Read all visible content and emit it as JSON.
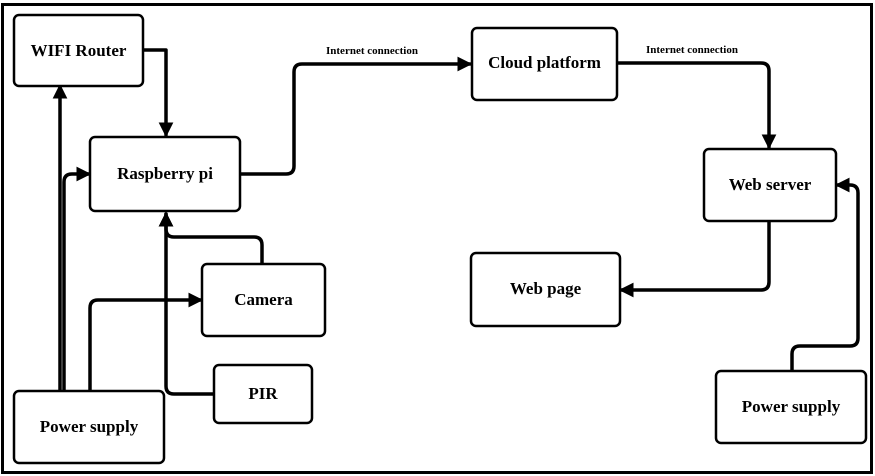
{
  "diagram": {
    "nodes": {
      "wifi_router": "WIFI Router",
      "raspberry_pi": "Raspberry pi",
      "camera": "Camera",
      "pir": "PIR",
      "power_supply_left": "Power supply",
      "cloud_platform": "Cloud platform",
      "web_server": "Web server",
      "web_page": "Web page",
      "power_supply_right": "Power supply"
    },
    "edge_labels": {
      "pi_to_cloud": "Internet connection",
      "cloud_to_server": "Internet connection"
    }
  }
}
